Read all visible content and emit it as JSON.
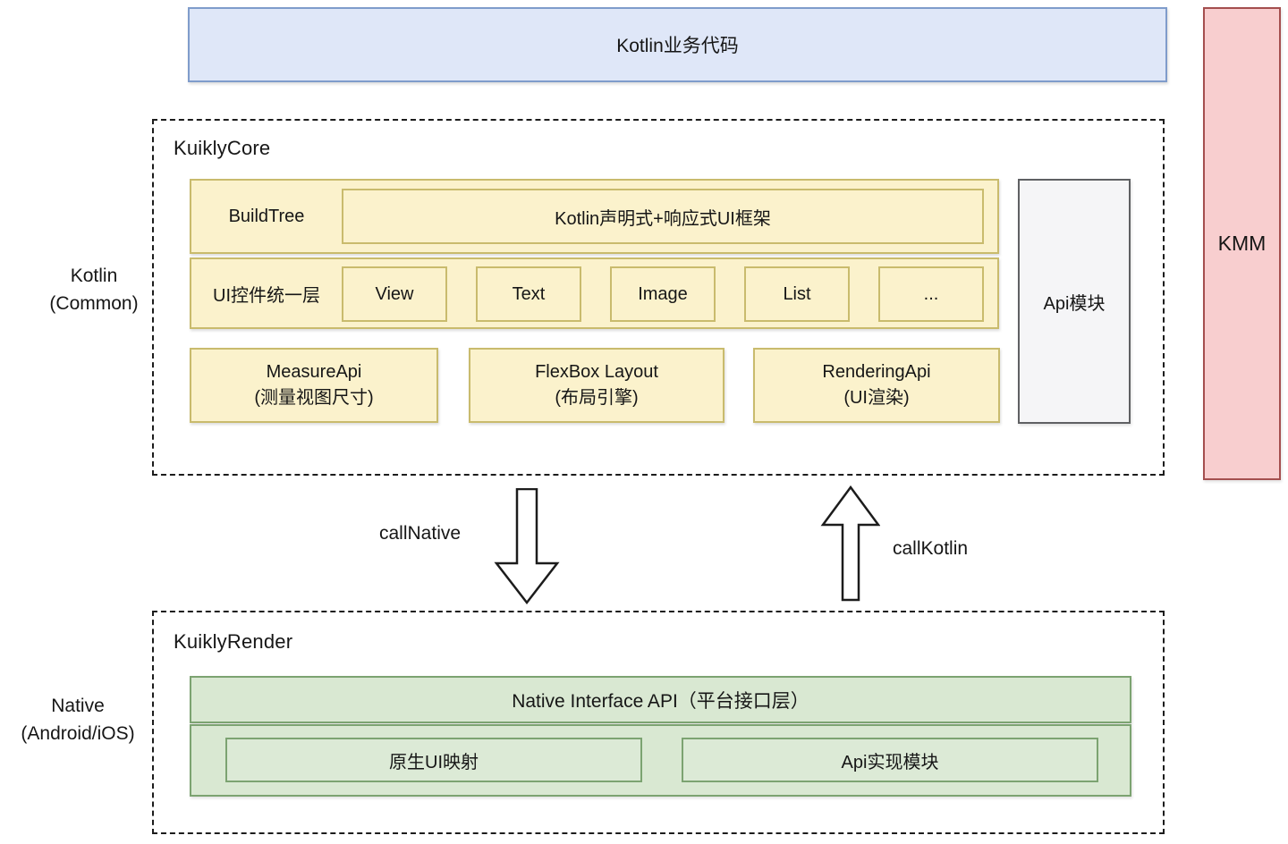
{
  "colors": {
    "business_box_fill": "#dfe7f8",
    "business_box_border": "#7f9ccb",
    "kmm_fill": "#f8cecf",
    "kmm_border": "#a44f4f",
    "core_yellow_fill": "#fbf2cc",
    "core_yellow_border": "#c9bb6d",
    "api_module_fill": "#f5f5f7",
    "api_module_border": "#5f6063",
    "render_green_fill": "#d9e8d2",
    "render_green_border": "#7ca371",
    "dashed_border": "#1c1c1c",
    "text": "#161616"
  },
  "top_box": {
    "label": "Kotlin业务代码"
  },
  "kmm": {
    "label": "KMM"
  },
  "left_labels": {
    "kotlin_line1": "Kotlin",
    "kotlin_line2": "(Common)",
    "native_line1": "Native",
    "native_line2": "(Android/iOS)"
  },
  "kuikly_core": {
    "title": "KuiklyCore",
    "build_tree": "BuildTree",
    "ui_framework": "Kotlin声明式+响应式UI框架",
    "widget_layer_label": "UI控件统一层",
    "widgets": [
      "View",
      "Text",
      "Image",
      "List",
      "..."
    ],
    "capabilities": [
      {
        "title": "MeasureApi",
        "subtitle": "(测量视图尺寸)"
      },
      {
        "title": "FlexBox Layout",
        "subtitle": "(布局引擎)"
      },
      {
        "title": "RenderingApi",
        "subtitle": "(UI渲染)"
      }
    ],
    "api_module": "Api模块"
  },
  "bridge": {
    "call_native": "callNative",
    "call_kotlin": "callKotlin"
  },
  "kuikly_render": {
    "title": "KuiklyRender",
    "native_interface_api": "Native Interface API（平台接口层）",
    "modules": [
      "原生UI映射",
      "Api实现模块"
    ]
  }
}
